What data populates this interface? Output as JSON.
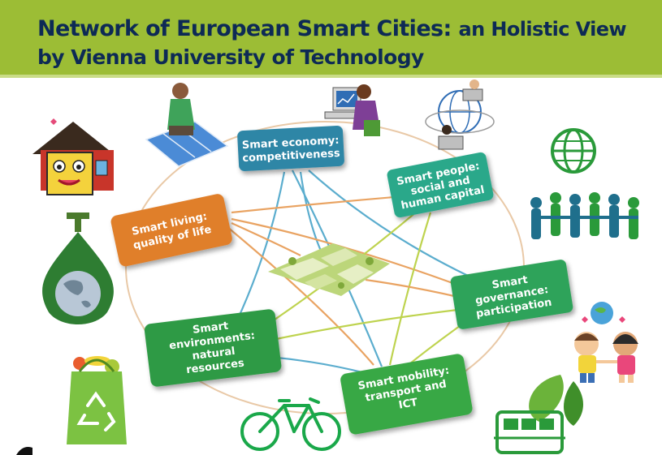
{
  "header": {
    "title_main": "Network of European Smart Cities:",
    "title_sub": "an Holistic View",
    "title_line2": "by Vienna University of Technology"
  },
  "colors": {
    "header_bg": "#9cbd35",
    "title_text": "#0d2a55",
    "economy": "#2f86a6",
    "people": "#2aa88a",
    "governance": "#2fa35a",
    "mobility": "#38a844",
    "environment": "#2d9a45",
    "living": "#e07f2c"
  },
  "nodes": [
    {
      "id": "economy",
      "lines": [
        "Smart economy:",
        "competitiveness"
      ]
    },
    {
      "id": "people",
      "lines": [
        "Smart people:",
        "social and",
        "human capital"
      ]
    },
    {
      "id": "governance",
      "lines": [
        "Smart",
        "governance:",
        "participation"
      ]
    },
    {
      "id": "mobility",
      "lines": [
        "Smart mobility:",
        "transport and",
        "ICT"
      ]
    },
    {
      "id": "environment",
      "lines": [
        "Smart",
        "environments:",
        "natural",
        "resources"
      ]
    },
    {
      "id": "living",
      "lines": [
        "Smart living:",
        "quality of life"
      ]
    }
  ],
  "icons": [
    "house-icon",
    "solar-worker-icon",
    "computer-user-icon",
    "globe-network-icon",
    "people-globe-icon",
    "water-drop-globe-icon",
    "city-hub-icon",
    "recycle-bag-icon",
    "bicycle-icon",
    "kids-globe-icon",
    "eco-tram-icon"
  ]
}
